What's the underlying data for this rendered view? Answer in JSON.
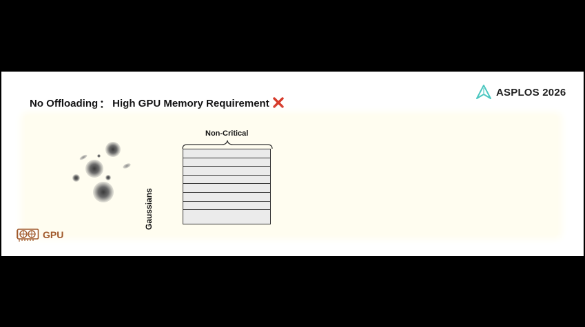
{
  "header": {
    "logo_text": "ASPLOS 2026",
    "logo_icon": "asplos-arrow-logo-icon"
  },
  "title": {
    "main": "No Offloading",
    "separator": "：",
    "detail": "High GPU Memory Requirement",
    "status_icon": "red-cross-icon"
  },
  "diagram": {
    "rows_label": "Gaussians",
    "group_label": "Non-Critical",
    "row_count": 8
  },
  "device": {
    "label": "GPU",
    "icon": "gpu-card-icon"
  },
  "colors": {
    "background": "#000000",
    "slide": "#ffffff",
    "panel": "#fffdf0",
    "cross": "#d63a2a",
    "gpu": "#a0582a",
    "logo_teal": "#4cc7c0"
  }
}
